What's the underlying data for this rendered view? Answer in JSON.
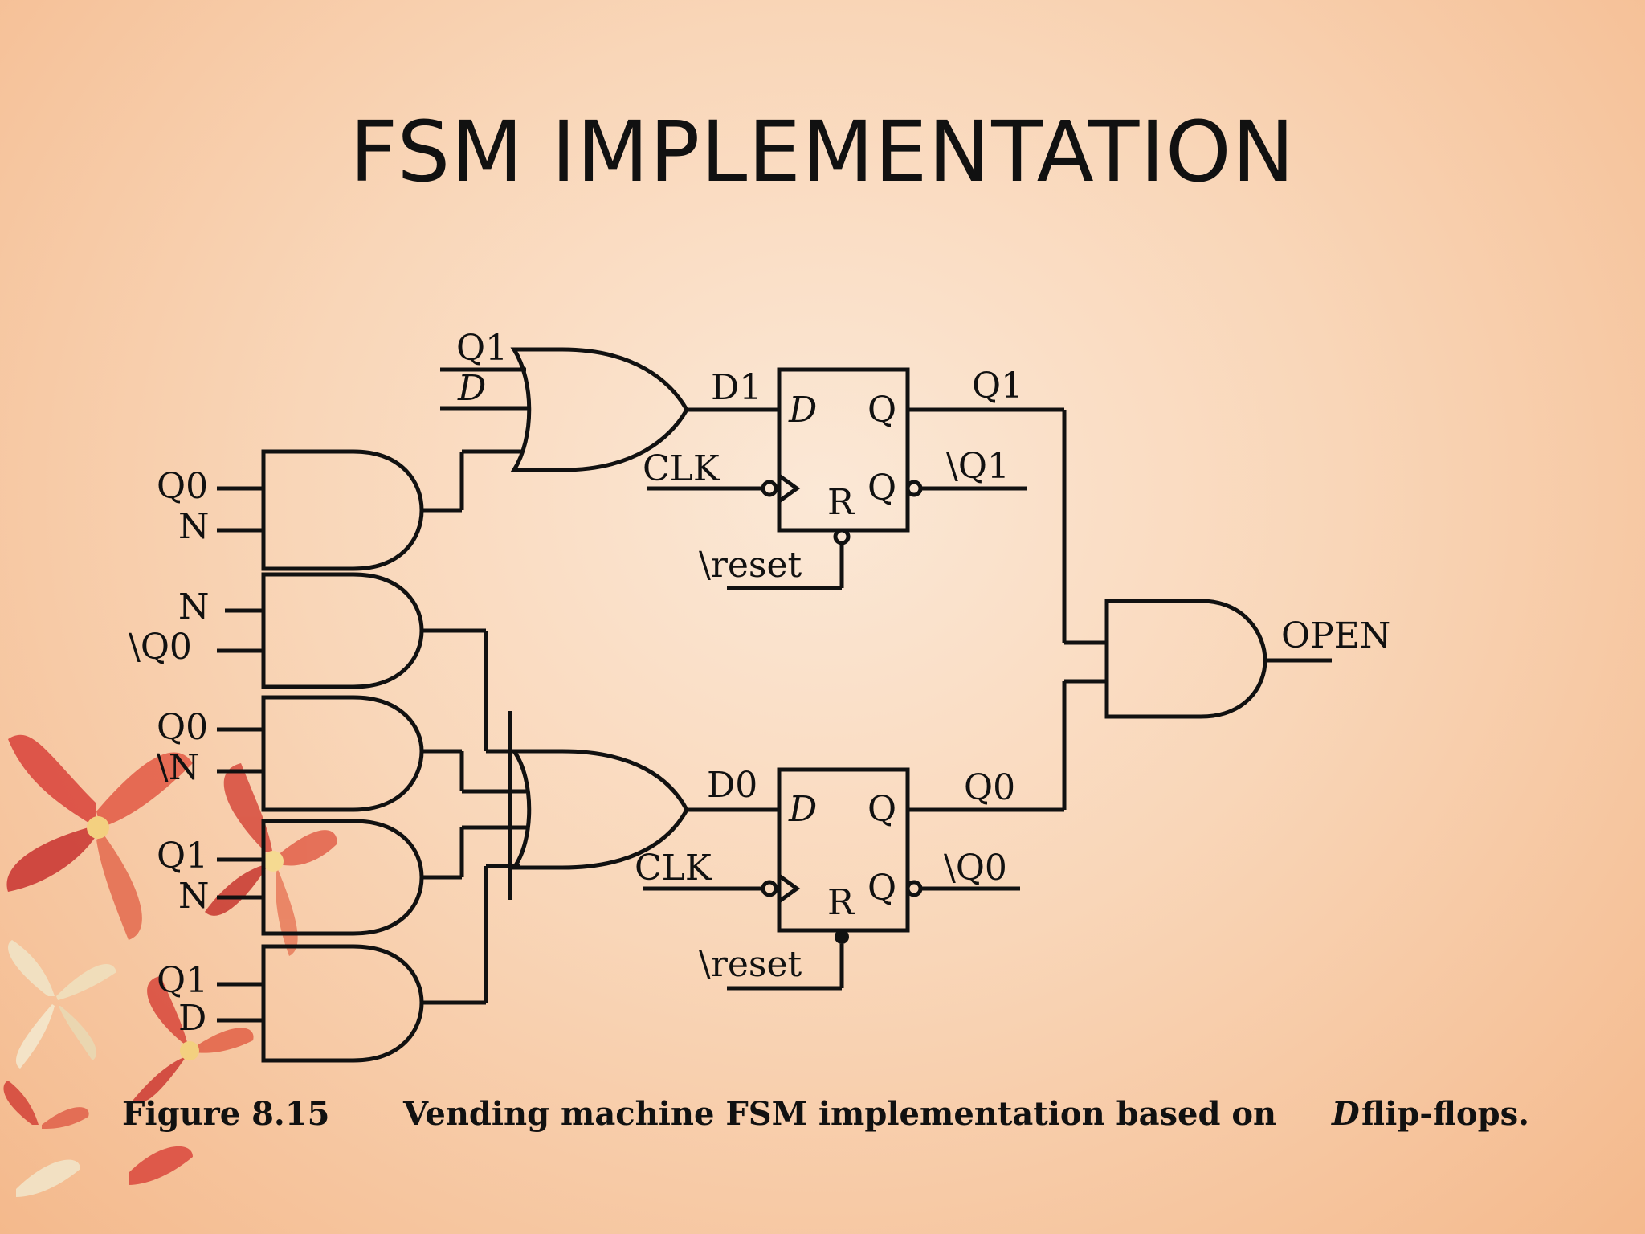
{
  "slide": {
    "title": "FSM IMPLEMENTATION"
  },
  "figure": {
    "caption_number": "Figure 8.15",
    "caption_text": "Vending machine FSM implementation based on",
    "caption_italic": "D",
    "caption_tail": "flip-flops."
  },
  "labels": {
    "g_or1_in1": "Q1",
    "g_or1_in2": "D",
    "and1_in1": "Q0",
    "and1_in2": "N",
    "and2_in1": "N",
    "and2_in2": "\\Q0",
    "and3_in1": "Q0",
    "and3_in2": "\\N",
    "and4_in1": "Q1",
    "and4_in2": "N",
    "and5_in1": "Q1",
    "and5_in2": "D",
    "d1": "D1",
    "d0": "D0",
    "ff_d": "D",
    "ff_q": "Q",
    "ff_r": "R",
    "clk": "CLK",
    "reset": "\\reset",
    "q1_out": "Q1",
    "q1_bar": "\\Q1",
    "q0_out": "Q0",
    "q0_bar": "\\Q0",
    "open": "OPEN"
  }
}
